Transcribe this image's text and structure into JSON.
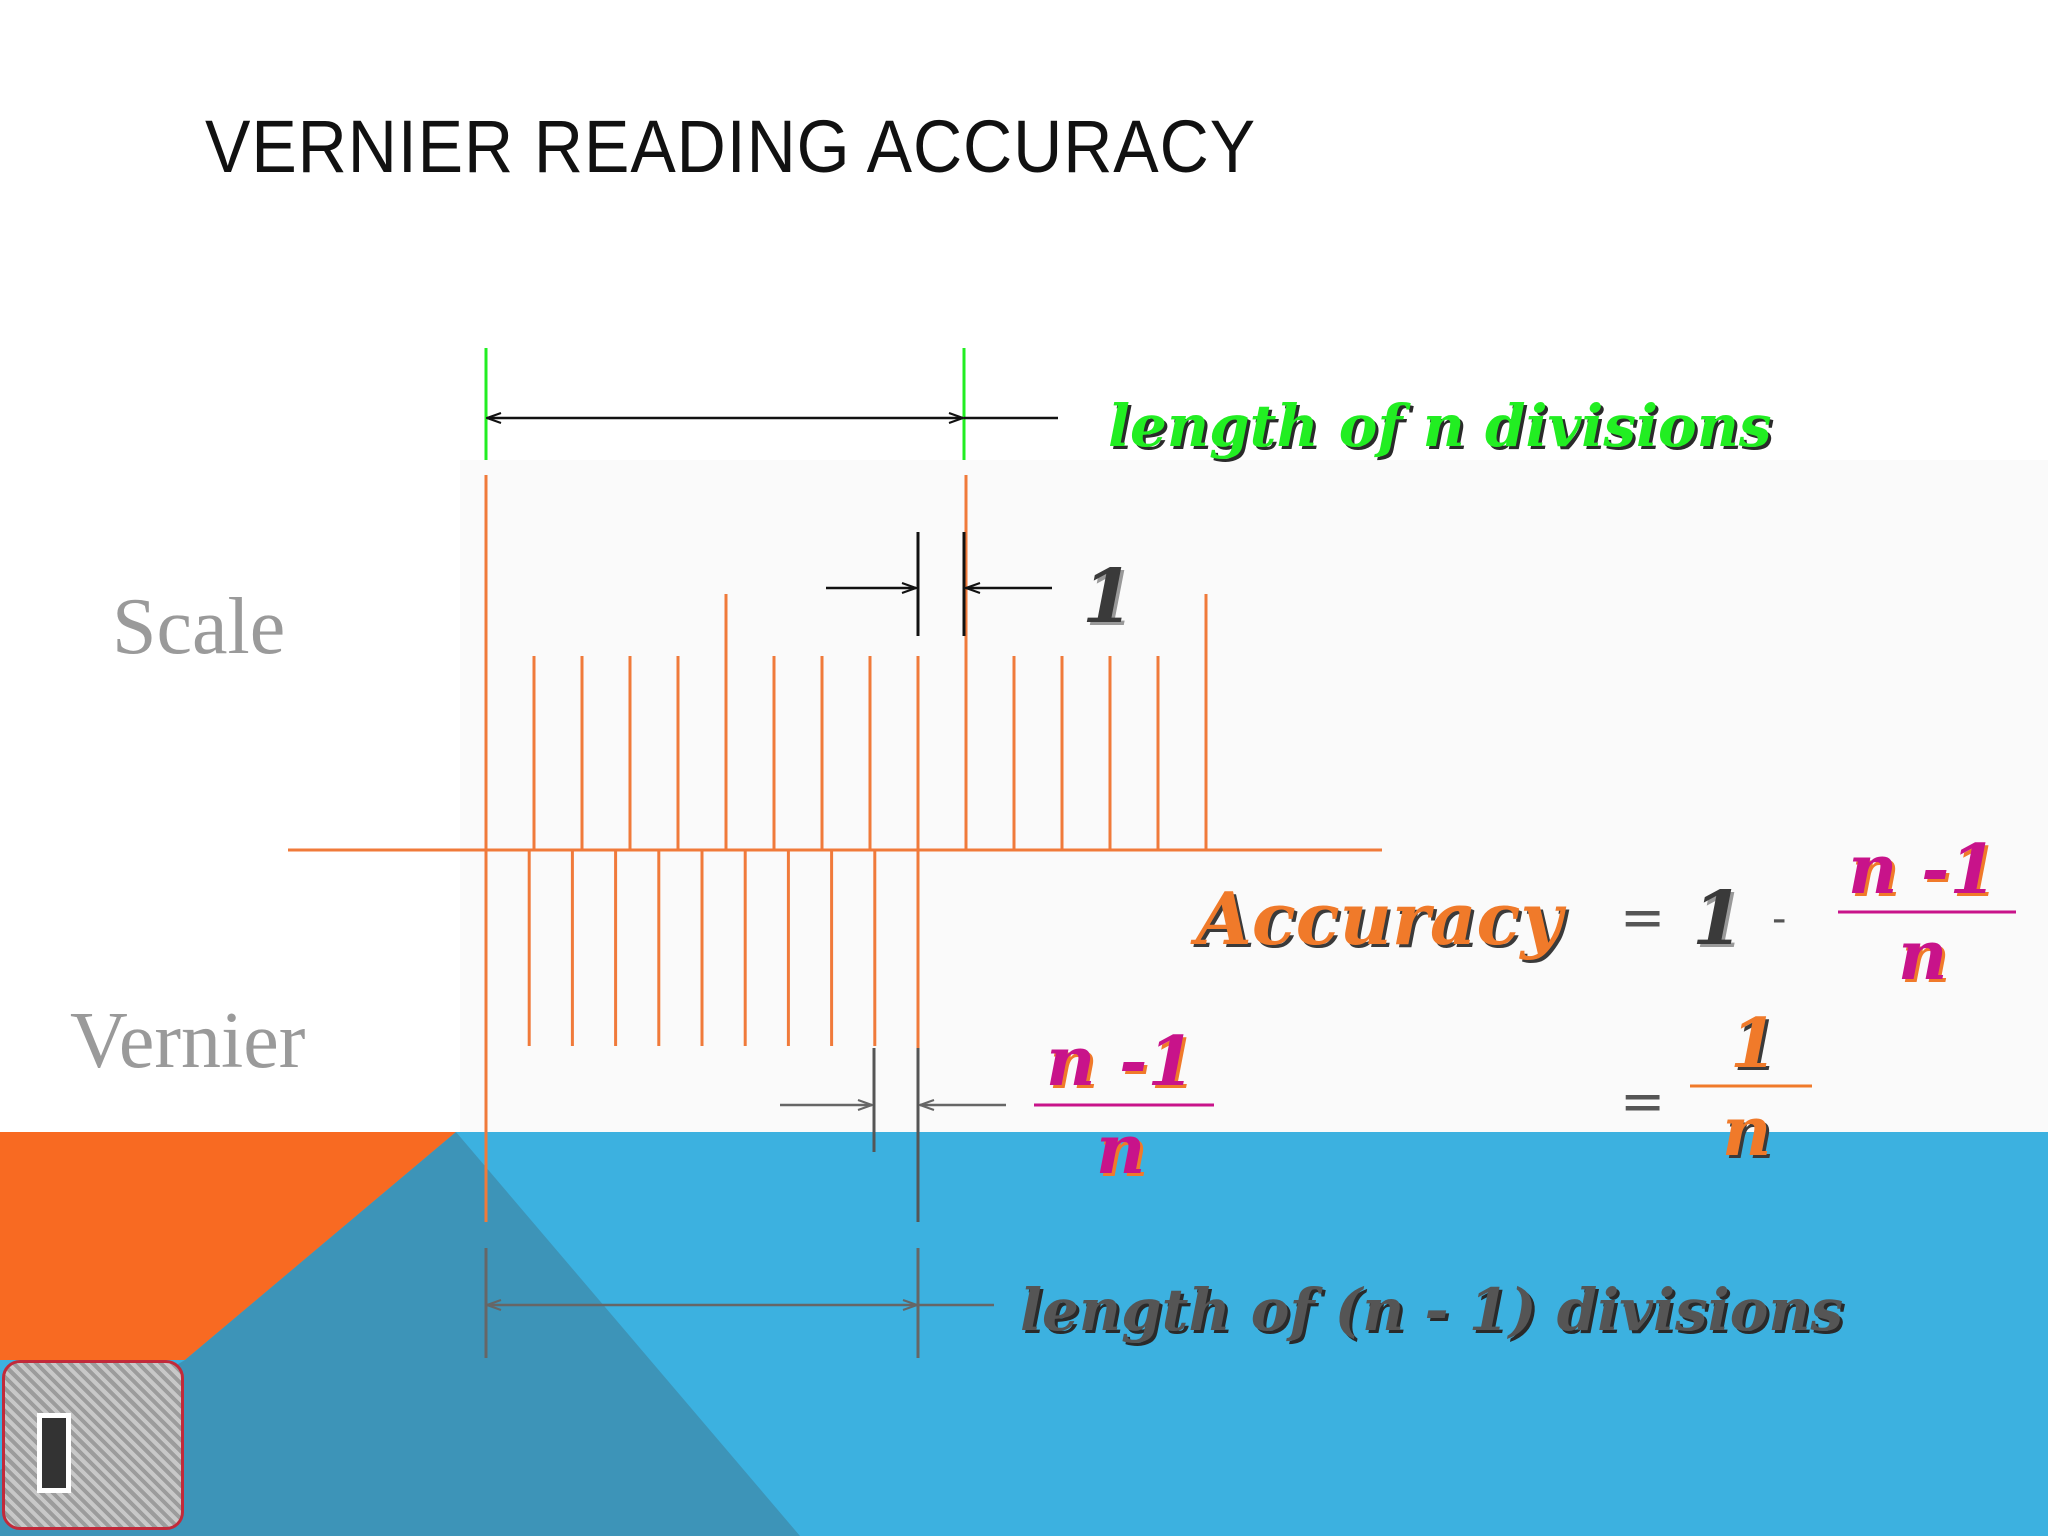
{
  "title": "VERNIER READING ACCURACY",
  "labels": {
    "scale": "Scale",
    "vernier": "Vernier"
  },
  "annotations": {
    "length_n": "length of n divisions",
    "length_n_minus_1": "length of (n - 1) divisions",
    "one": "1",
    "vernier_fraction": {
      "numerator": "n -1",
      "denominator": "n"
    }
  },
  "formula": {
    "lhs": "Accuracy",
    "eq1": "=",
    "one": "1",
    "minus": "-",
    "frac1": {
      "numerator": "n -1",
      "denominator": "n"
    },
    "eq2": "=",
    "frac2": {
      "numerator": "1",
      "denominator": "n"
    }
  },
  "colors": {
    "scale_lines": "#f07a3a",
    "dimension_green": "#22ee22",
    "magenta": "#c8138a",
    "orange": "#f07a2a",
    "dark_gray": "#3a3a3a",
    "blue_band": "#3cb1e0",
    "orange_wedge": "#f86a22",
    "steel_wedge": "#3d94b8"
  },
  "icons": {
    "thumbnail": "slide-thumbnail-icon"
  }
}
